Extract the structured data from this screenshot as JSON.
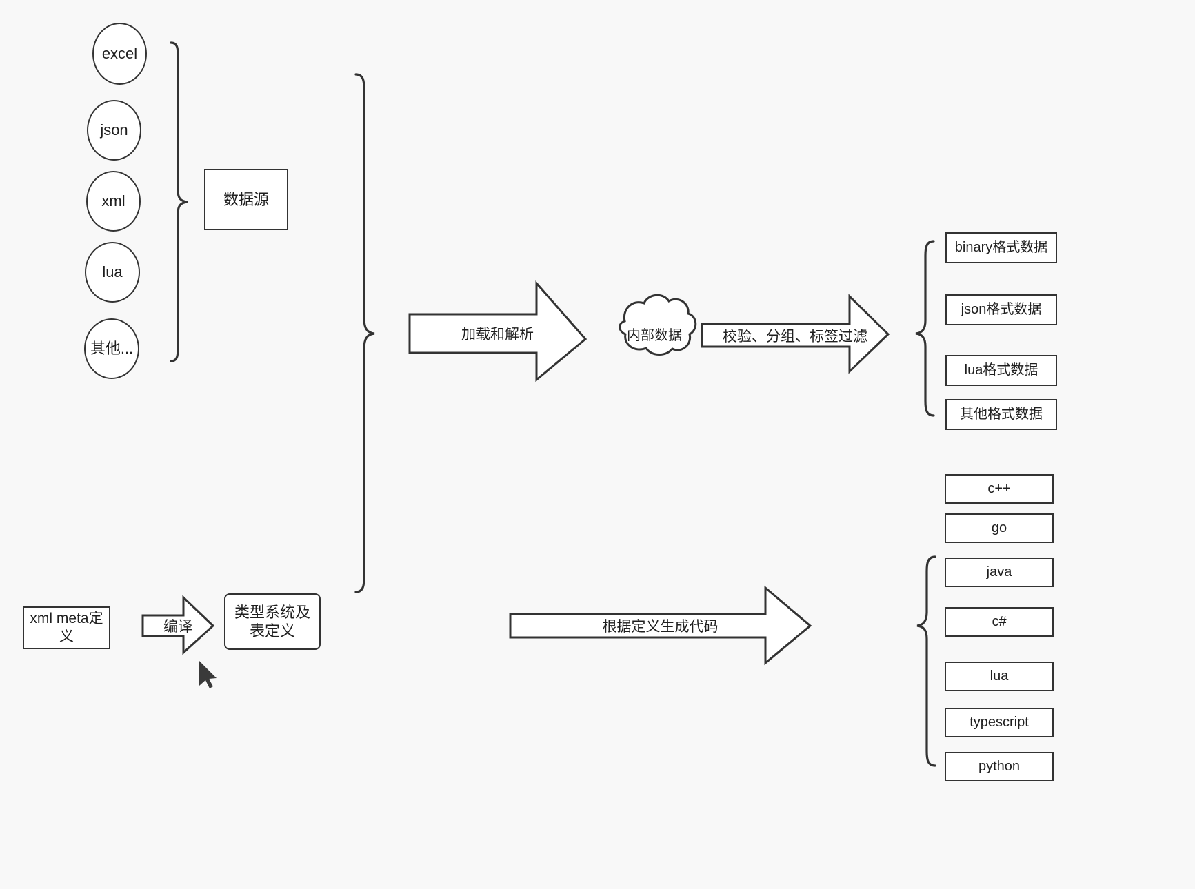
{
  "diagram": {
    "title": "data pipeline diagram",
    "background_color": "#f8f8f8",
    "stroke_color": "#333333",
    "fill_color": "#ffffff"
  },
  "sources": {
    "items": [
      {
        "label": "excel"
      },
      {
        "label": "json"
      },
      {
        "label": "xml"
      },
      {
        "label": "lua"
      },
      {
        "label": "其他..."
      }
    ],
    "group_box": "数据源"
  },
  "definition": {
    "meta_box": "xml meta定义",
    "compile_arrow": "编译",
    "type_system_box": "类型系统及表定义"
  },
  "pipeline": {
    "load_arrow": "加载和解析",
    "internal_cloud": "内部数据",
    "filter_arrow": "校验、分组、标签过滤",
    "codegen_arrow": "根据定义生成代码"
  },
  "outputs": {
    "formats": [
      {
        "label": "binary格式数据"
      },
      {
        "label": "json格式数据"
      },
      {
        "label": "lua格式数据"
      },
      {
        "label": "其他格式数据"
      }
    ],
    "languages": [
      {
        "label": "c++"
      },
      {
        "label": "go"
      },
      {
        "label": "java"
      },
      {
        "label": "c#"
      },
      {
        "label": "lua"
      },
      {
        "label": "typescript"
      },
      {
        "label": "python"
      }
    ]
  }
}
